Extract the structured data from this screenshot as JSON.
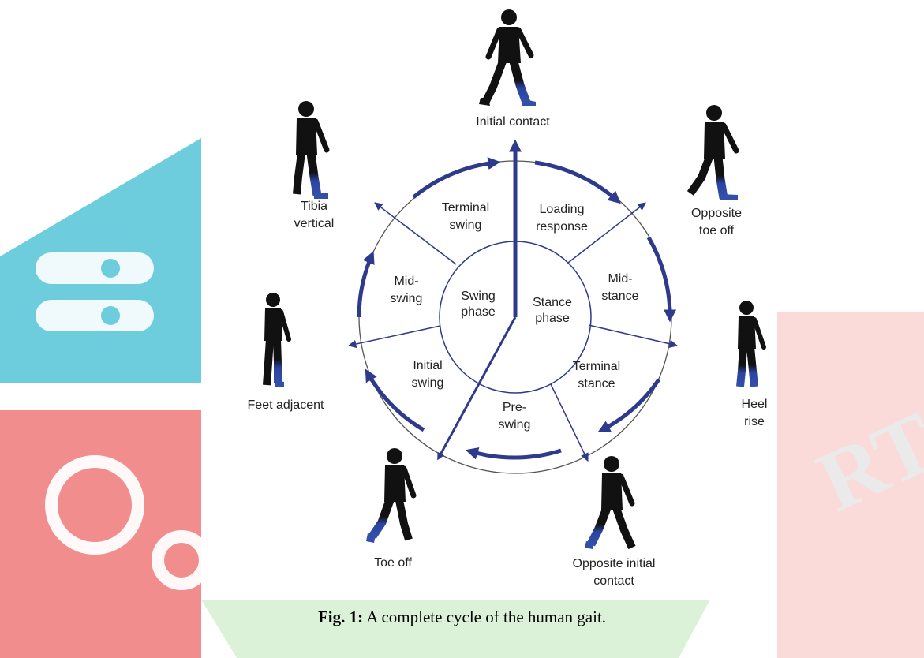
{
  "phases": {
    "swing": [
      "Swing",
      "phase"
    ],
    "stance": [
      "Stance",
      "phase"
    ]
  },
  "subphases": {
    "terminal_swing": [
      "Terminal",
      "swing"
    ],
    "loading_response": [
      "Loading",
      "response"
    ],
    "mid_stance": [
      "Mid-",
      "stance"
    ],
    "terminal_stance": [
      "Terminal",
      "stance"
    ],
    "pre_swing": [
      "Pre-",
      "swing"
    ],
    "initial_swing": [
      "Initial",
      "swing"
    ],
    "mid_swing": [
      "Mid-",
      "swing"
    ]
  },
  "events": {
    "initial_contact": [
      "Initial contact"
    ],
    "opposite_toe_off": [
      "Opposite",
      "toe off"
    ],
    "heel_rise": [
      "Heel",
      "rise"
    ],
    "opposite_initial_contact": [
      "Opposite initial",
      "contact"
    ],
    "toe_off": [
      "Toe off"
    ],
    "feet_adjacent": [
      "Feet adjacent"
    ],
    "tibia_vertical": [
      "Tibia",
      "vertical"
    ]
  },
  "caption": {
    "label": "Fig. 1:",
    "text": " A complete cycle of the human gait."
  },
  "colors": {
    "arrow_blue": "#2e3a8c",
    "leg_blue": "#3350a8",
    "figure_dark": "#111111",
    "watermark_teal": "#5ec8d8",
    "watermark_red": "#f08080",
    "watermark_green": "#cdeec9"
  }
}
